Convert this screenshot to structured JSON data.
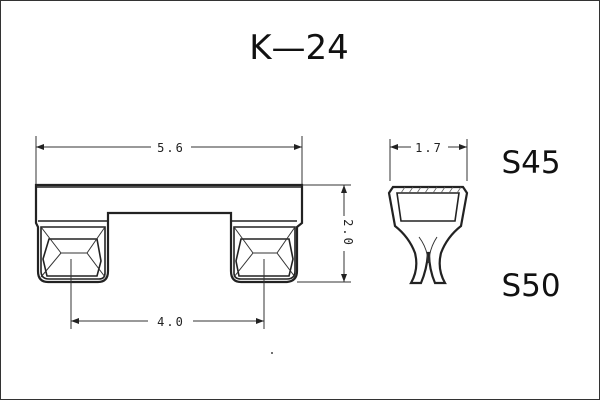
{
  "title": "K—24",
  "dimensions": {
    "overall_width": "5.6",
    "height": "2.0",
    "inner_spacing": "4.0",
    "profile_width": "1.7"
  },
  "grades": [
    "S45",
    "S50"
  ]
}
